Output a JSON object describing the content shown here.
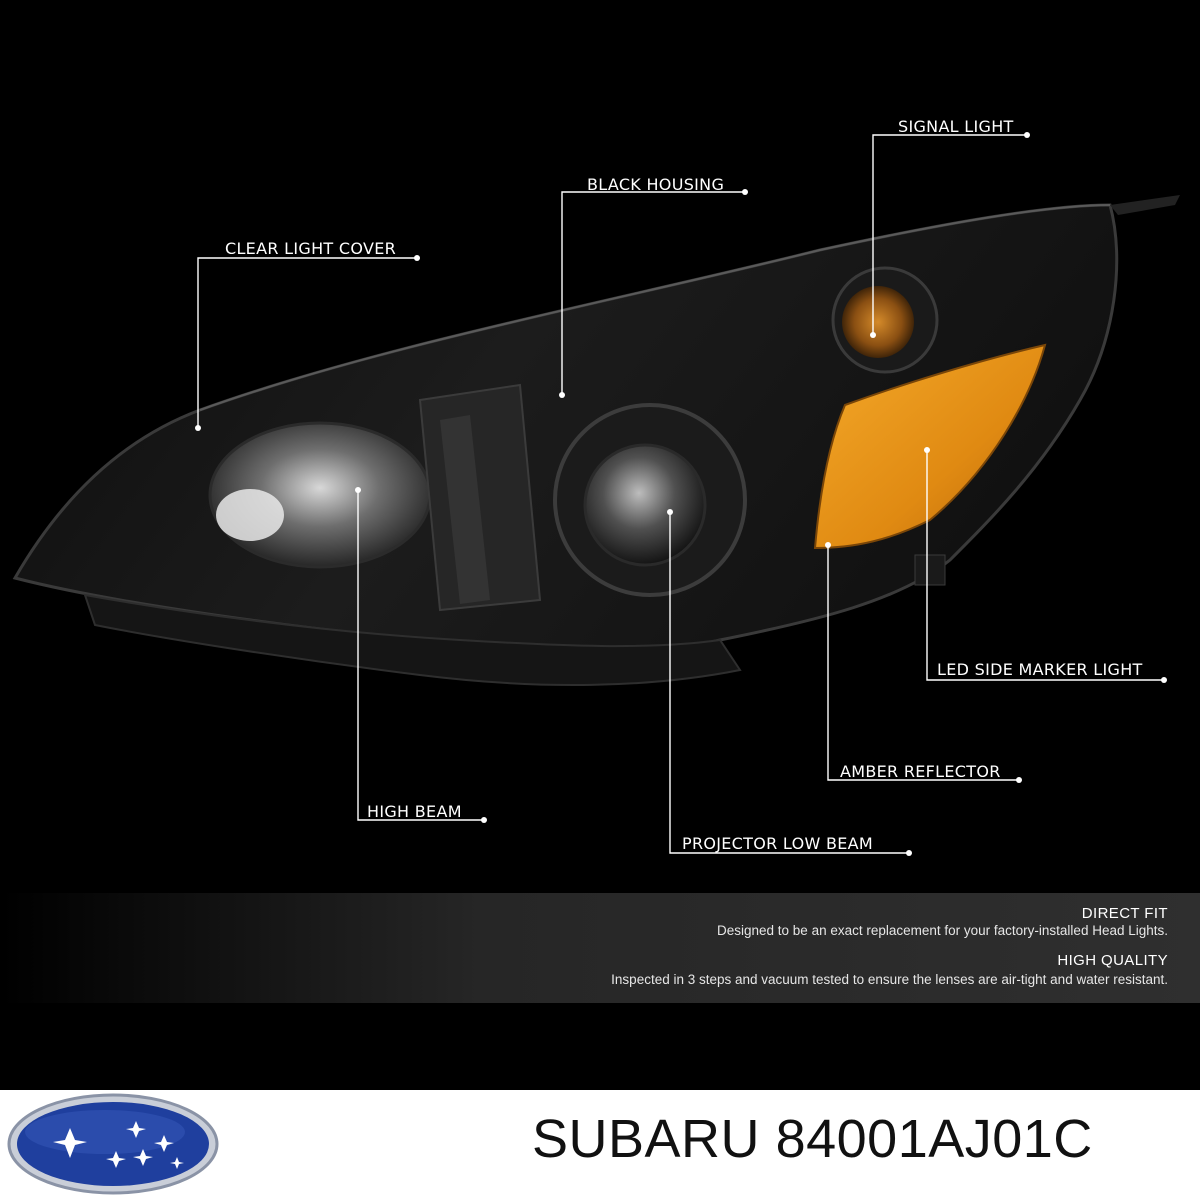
{
  "labels": {
    "signal_light": "SIGNAL LIGHT",
    "black_housing": "BLACK HOUSING",
    "clear_light_cover": "CLEAR LIGHT COVER",
    "led_side_marker_light": "LED SIDE MARKER LIGHT",
    "amber_reflector": "AMBER REFLECTOR",
    "high_beam": "HIGH BEAM",
    "projector_low_beam": "PROJECTOR LOW BEAM"
  },
  "features": [
    {
      "title": "DIRECT FIT",
      "text": "Designed to be an exact replacement for your factory-installed Head Lights."
    },
    {
      "title": "HIGH QUALITY",
      "text": "Inspected in 3 steps and vacuum tested to ensure the lenses are air-tight and water resistant."
    }
  ],
  "brand": {
    "name": "SUBARU",
    "part_number": "84001AJ01C"
  },
  "colors": {
    "amber": "#e08a12",
    "logo_blue": "#1f3f9e",
    "callout": "#ffffff"
  }
}
